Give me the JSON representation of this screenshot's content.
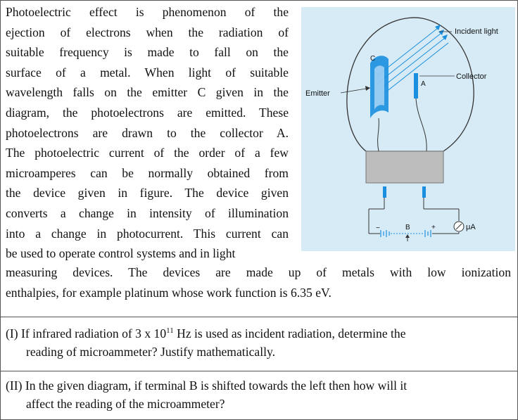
{
  "passage": {
    "lines_left": [
      "Photoelectric effect is phenomenon of the",
      "ejection of electrons when the radiation of",
      "suitable frequency is made to fall on the",
      "surface of a metal. When light of suitable",
      "wavelength falls on the emitter C given in the",
      "diagram, the photoelectrons are emitted. These",
      "photoelectrons are drawn to the collector A.",
      "The photoelectric current of the order of a few",
      "microamperes can be normally obtained from",
      "the device given in figure. The device given",
      "converts a change in intensity of illumination",
      "into a change in photocurrent. This current can",
      "be used to operate control systems and in light"
    ],
    "lines_full": [
      "measuring devices. The devices are made up of metals with low ionization",
      "enthalpies, for example platinum whose work function is 6.35 eV."
    ]
  },
  "figure": {
    "incident_light": "Incident light",
    "collector": "Collector",
    "emitter": "Emitter",
    "label_c": "C",
    "label_a": "A",
    "label_b": "B",
    "meter": "μA",
    "minus": "−",
    "plus": "+"
  },
  "questions": {
    "q1_prefix": "(I) If infrared radiation of 3 x 10",
    "q1_sup": "11",
    "q1_rest": " Hz is used as incident radiation, determine the",
    "q1_line2": "reading of microammeter? Justify mathematically.",
    "q2_line1": "(II) In the given diagram, if terminal B is shifted towards the left then how will it",
    "q2_line2": "affect the reading of the microammeter?"
  },
  "colors": {
    "figure_bg": "#d7ebf6",
    "electrode": "#1a8fe0",
    "base": "#bdbdbd"
  }
}
